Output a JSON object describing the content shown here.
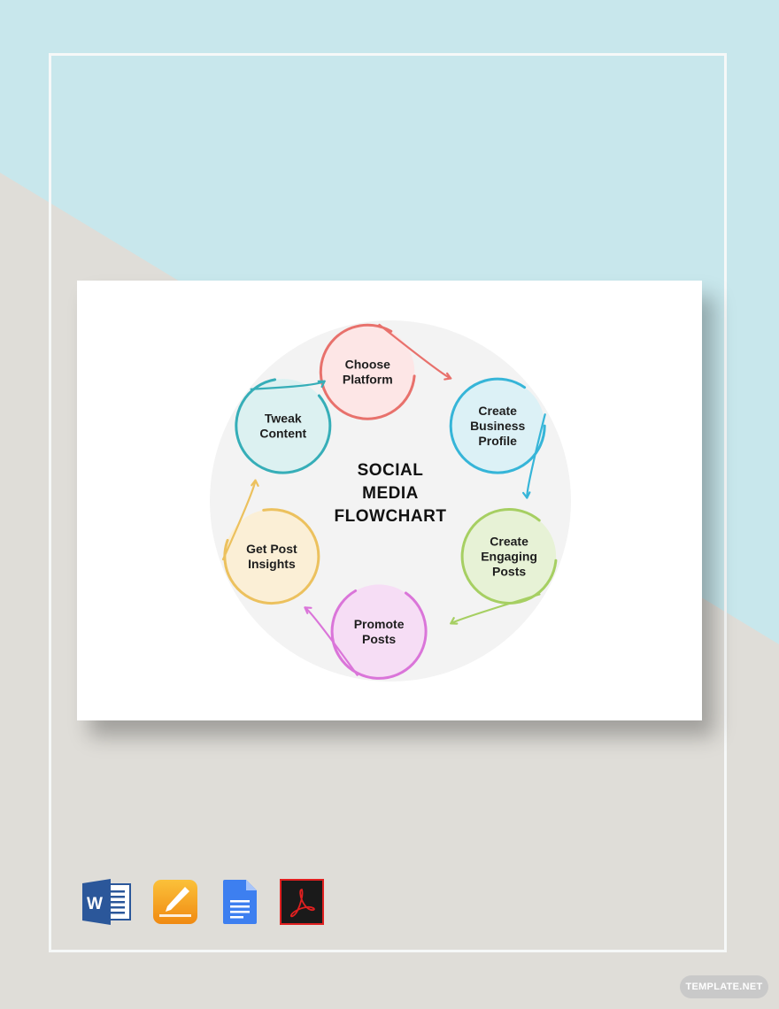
{
  "colors": {
    "sky": "#c8e7ec",
    "wall": "#dfddd8",
    "hub": "#f3f3f3"
  },
  "diagram": {
    "title_lines": [
      "SOCIAL",
      "MEDIA",
      "FLOWCHART"
    ],
    "nodes": [
      {
        "id": "choose-platform",
        "lines": [
          "Choose",
          "Platform"
        ],
        "stroke": "#e8716c",
        "fill": "#fde6e6"
      },
      {
        "id": "create-business-profile",
        "lines": [
          "Create",
          "Business",
          "Profile"
        ],
        "stroke": "#36b5d8",
        "fill": "#dcf1f6"
      },
      {
        "id": "create-engaging-posts",
        "lines": [
          "Create",
          "Engaging",
          "Posts"
        ],
        "stroke": "#a6cf62",
        "fill": "#e7f2d6"
      },
      {
        "id": "promote-posts",
        "lines": [
          "Promote",
          "Posts"
        ],
        "stroke": "#da75d9",
        "fill": "#f6ddf5"
      },
      {
        "id": "get-post-insights",
        "lines": [
          "Get Post",
          "Insights"
        ],
        "stroke": "#ecc15e",
        "fill": "#fbefd6"
      },
      {
        "id": "tweak-content",
        "lines": [
          "Tweak",
          "Content"
        ],
        "stroke": "#36aeb8",
        "fill": "#dcf1f1"
      }
    ]
  },
  "formats": [
    {
      "name": "word-icon",
      "color": "#2b579a"
    },
    {
      "name": "pages-icon",
      "color": "#f7a21b"
    },
    {
      "name": "google-docs-icon",
      "color": "#3d7ff0"
    },
    {
      "name": "pdf-icon",
      "color": "#1a1a1a"
    }
  ],
  "watermark": "TEMPLATE.NET"
}
